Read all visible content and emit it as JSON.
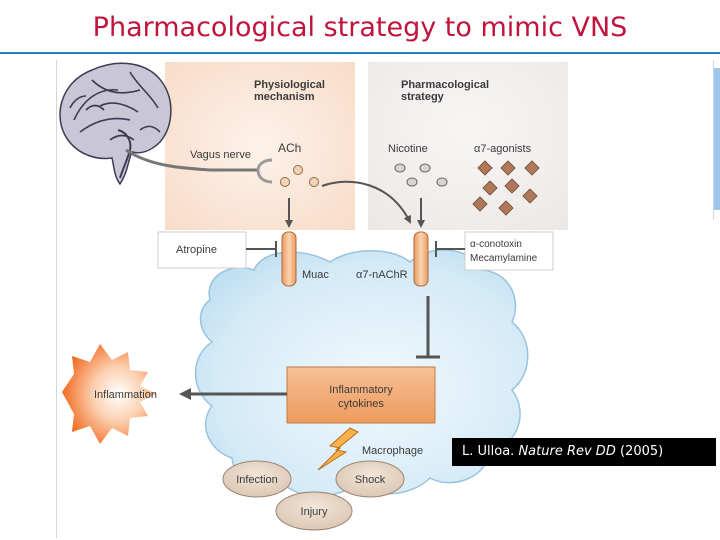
{
  "title": "Pharmacological strategy to mimic VNS",
  "panels": {
    "physiological_heading": [
      "Physiological",
      "mechanism"
    ],
    "pharmacological_heading": [
      "Pharmacological",
      "strategy"
    ]
  },
  "labels": {
    "vagus_nerve": "Vagus nerve",
    "ach": "ACh",
    "nicotine": "Nicotine",
    "alpha7_agonists": "α7-agonists",
    "atropine": "Atropine",
    "conotoxin": [
      "α-conotoxin",
      "Mecamylamine"
    ],
    "mach_receptor": "Muac",
    "a7_receptor": "α7-nAChR",
    "inflammation": "Inflammation",
    "cytokines": [
      "Inflammatory",
      "cytokines"
    ],
    "macrophage": "Macrophage",
    "infection": "Infection",
    "shock": "Shock",
    "injury": "Injury"
  },
  "citation": {
    "author": "L. Ulloa.",
    "journal": "Nature Rev DD",
    "year": "(2005)"
  },
  "colors": {
    "title": "#c0143c",
    "title_rule": "#1e82c8",
    "panel_peach": "#fbe6d6",
    "panel_grey": "#f1efee",
    "macrophage_fill": "#cfe6f4",
    "cytokine_box": "#f2a365",
    "receptor": "#f3b98c",
    "oval": "#e2cfbd",
    "starburst": "#f26a21",
    "ach_dots": "#f29b5a",
    "agonist": "#b88a6a"
  },
  "icons": [
    "brain-icon",
    "lightning-icon",
    "starburst-icon"
  ]
}
